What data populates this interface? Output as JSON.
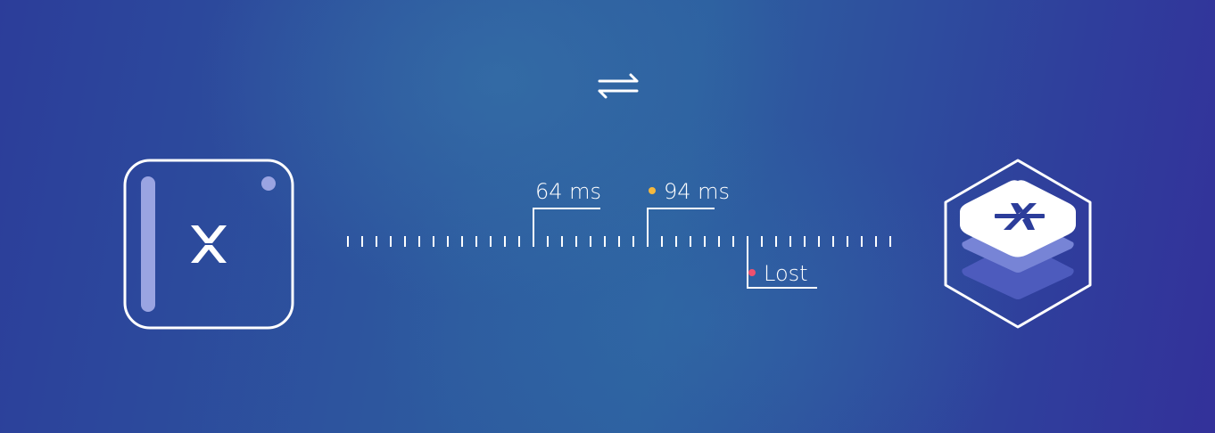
{
  "sync_icon": "exchange-arrows-icon",
  "left_device": {
    "icon": "x-logo-icon"
  },
  "right_server": {
    "icon": "x-logo-icon"
  },
  "timeline": {
    "tick_count": 39,
    "markers": [
      {
        "label": "64 ms",
        "tick_index": 13,
        "position": "above",
        "dot": false,
        "dot_color": ""
      },
      {
        "label": "94 ms",
        "tick_index": 21,
        "position": "above",
        "dot": true,
        "dot_color": "#f5b83d"
      },
      {
        "label": "Lost",
        "tick_index": 28,
        "position": "below",
        "dot": true,
        "dot_color": "#f0506e"
      }
    ]
  },
  "colors": {
    "line": "#ffffff",
    "accent_pale": "#9aa4e2",
    "layer_light": "#7784d6",
    "layer_dim": "#4d5bbd",
    "logo_blue": "#2c3d9a"
  }
}
